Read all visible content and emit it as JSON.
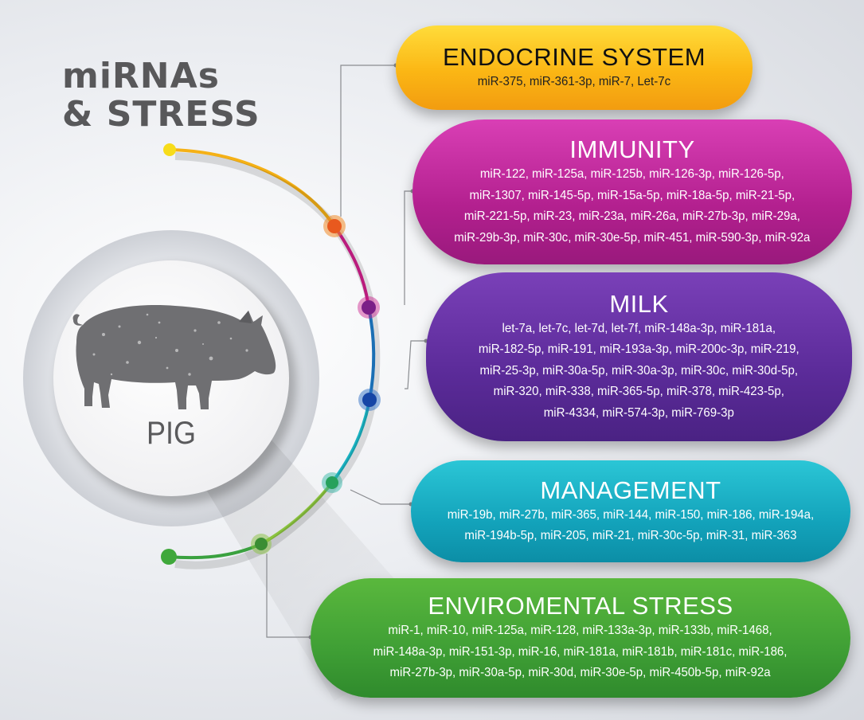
{
  "title": {
    "line1": "miRNAs",
    "line2": "& STRESS"
  },
  "center_label": "PIG",
  "icons": {
    "pig": "pig-silhouette-icon"
  },
  "colors": {
    "endocrine": "#fbb614",
    "immunity": "#b3208f",
    "milk": "#5b2b99",
    "management": "#13a3bb",
    "environmental": "#3f9f35"
  },
  "categories": [
    {
      "title": "ENDOCRINE SYSTEM",
      "lines": [
        "miR-375, miR-361-3p, miR-7, Let-7c"
      ]
    },
    {
      "title": "IMMUNITY",
      "lines": [
        "miR-122, miR-125a, miR-125b, miR-126-3p, miR-126-5p,",
        "miR-1307, miR-145-5p, miR-15a-5p, miR-18a-5p, miR-21-5p,",
        "miR-221-5p,  miR-23, miR-23a, miR-26a, miR-27b-3p, miR-29a,",
        "miR-29b-3p, miR-30c, miR-30e-5p, miR-451, miR-590-3p, miR-92a"
      ]
    },
    {
      "title": "MILK",
      "lines": [
        "let-7a, let-7c, let-7d, let-7f, miR-148a-3p, miR-181a,",
        "miR-182-5p, miR-191, miR-193a-3p, miR-200c-3p, miR-219,",
        "miR-25-3p, miR-30a-5p, miR-30a-3p, miR-30c, miR-30d-5p,",
        "miR-320, miR-338, miR-365-5p, miR-378, miR-423-5p,",
        "miR-4334, miR-574-3p, miR-769-3p"
      ]
    },
    {
      "title": "MANAGEMENT",
      "lines": [
        "miR-19b, miR-27b, miR-365, miR-144, miR-150, miR-186, miR-194a,",
        "miR-194b-5p, miR-205, miR-21, miR-30c-5p, miR-31, miR-363"
      ]
    },
    {
      "title": "ENVIROMENTAL STRESS",
      "lines": [
        "miR-1, miR-10, miR-125a, miR-128, miR-133a-3p, miR-133b, miR-1468,",
        "miR-148a-3p, miR-151-3p, miR-16, miR-181a, miR-181b, miR-181c, miR-186,",
        "miR-27b-3p, miR-30a-5p, miR-30d, miR-30e-5p, miR-450b-5p, miR-92a"
      ]
    }
  ]
}
